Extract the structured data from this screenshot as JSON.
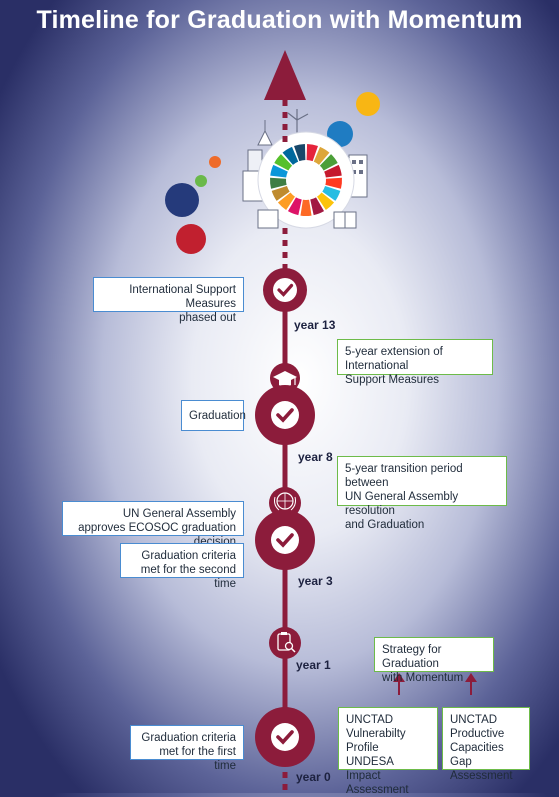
{
  "title": "Timeline for Graduation with Momentum",
  "colors": {
    "timeline": "#8c1c3b",
    "blue_border": "#4a8cd1",
    "green_border": "#6dbb49",
    "arrow": "#8c1c3b"
  },
  "left_boxes": [
    {
      "lines": [
        "International Support Measures",
        "phased out"
      ]
    },
    {
      "lines": [
        "Graduation"
      ]
    },
    {
      "lines": [
        "UN General Assembly",
        "approves ECOSOC graduation decision"
      ]
    },
    {
      "lines": [
        "Graduation criteria",
        "met for the second time"
      ]
    },
    {
      "lines": [
        "Graduation criteria",
        "met for the first time"
      ]
    }
  ],
  "right_boxes": [
    {
      "lines": [
        "5-year extension of International",
        "Support Measures"
      ]
    },
    {
      "lines": [
        "5-year transition period between",
        "UN General Assembly resolution",
        "and Graduation"
      ]
    },
    {
      "lines": [
        "Strategy for Graduation",
        "with Momentum"
      ]
    },
    {
      "lines": [
        "UNCTAD",
        "Vulnerabilty Profile",
        "UNDESA",
        "Impact Assessment"
      ]
    },
    {
      "lines": [
        "UNCTAD",
        "Productive",
        "Capacities",
        "Gap Assessment"
      ]
    }
  ],
  "years": [
    "year 13",
    "year 8",
    "year 3",
    "year 1",
    "year 0"
  ],
  "icons": {
    "milestone": "checkmark-icon",
    "graduation": "graduation-cap-icon",
    "un": "un-emblem-icon",
    "strategy": "clipboard-search-icon",
    "sdg": "sdg-wheel-icon"
  }
}
